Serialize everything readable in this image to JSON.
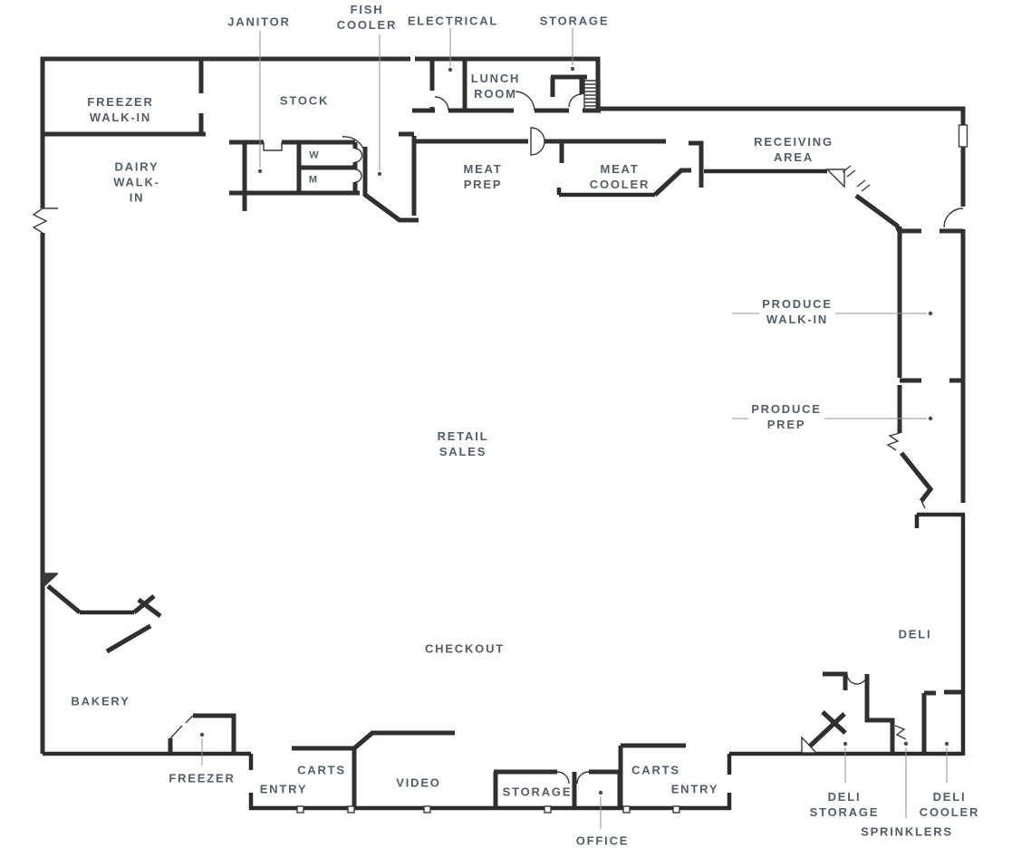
{
  "colors": {
    "wall": "#303030",
    "label_text": "#535d68",
    "leader_line": "#8f959b",
    "dot": "#4d4d4d",
    "background": "#ffffff"
  },
  "rooms": {
    "freezer_walkin": {
      "l1": "FREEZER",
      "l2": "WALK-IN"
    },
    "dairy_walkin": {
      "l1": "DAIRY",
      "l2": "WALK-",
      "l3": "IN"
    },
    "janitor": {
      "l1": "JANITOR"
    },
    "stock": {
      "l1": "STOCK"
    },
    "fish_cooler": {
      "l1": "FISH",
      "l2": "COOLER"
    },
    "electrical": {
      "l1": "ELECTRICAL"
    },
    "lunch_room": {
      "l1": "LUNCH",
      "l2": "ROOM"
    },
    "storage_top": {
      "l1": "STORAGE"
    },
    "restroom_w": {
      "l1": "W"
    },
    "restroom_m": {
      "l1": "M"
    },
    "meat_prep": {
      "l1": "MEAT",
      "l2": "PREP"
    },
    "meat_cooler": {
      "l1": "MEAT",
      "l2": "COOLER"
    },
    "receiving_area": {
      "l1": "RECEIVING",
      "l2": "AREA"
    },
    "produce_walkin": {
      "l1": "PRODUCE",
      "l2": "WALK-IN"
    },
    "produce_prep": {
      "l1": "PRODUCE",
      "l2": "PREP"
    },
    "retail_sales": {
      "l1": "RETAIL",
      "l2": "SALES"
    },
    "checkout": {
      "l1": "CHECKOUT"
    },
    "deli": {
      "l1": "DELI"
    },
    "bakery": {
      "l1": "BAKERY"
    },
    "freezer": {
      "l1": "FREEZER"
    },
    "entry_left": {
      "l1": "ENTRY"
    },
    "carts_left": {
      "l1": "CARTS"
    },
    "video": {
      "l1": "VIDEO"
    },
    "storage_front": {
      "l1": "STORAGE"
    },
    "office": {
      "l1": "OFFICE"
    },
    "carts_right": {
      "l1": "CARTS"
    },
    "entry_right": {
      "l1": "ENTRY"
    },
    "deli_storage": {
      "l1": "DELI",
      "l2": "STORAGE"
    },
    "sprinklers": {
      "l1": "SPRINKLERS"
    },
    "deli_cooler": {
      "l1": "DELI",
      "l2": "COOLER"
    }
  }
}
